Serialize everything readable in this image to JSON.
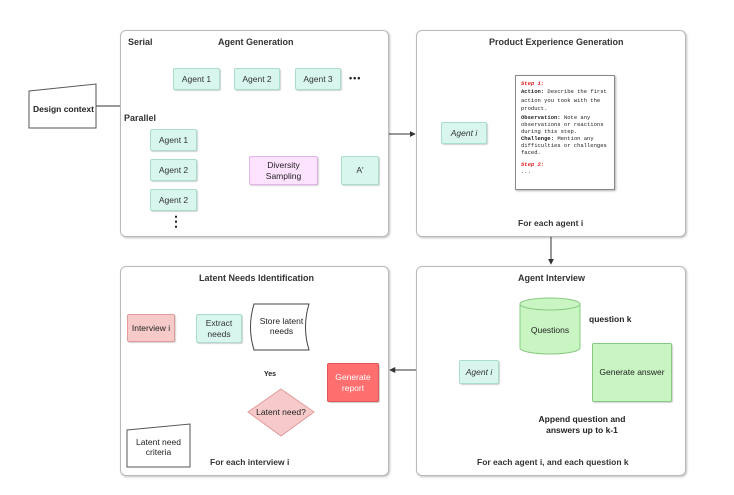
{
  "design_context": "Design context",
  "panel_gen": {
    "serial": "Serial",
    "title": "Agent Generation",
    "parallel": "Parallel",
    "serial_agents": [
      "Agent 1",
      "Agent 2",
      "Agent 3"
    ],
    "ellipsis": "•••",
    "parallel_agents": [
      "Agent 1",
      "Agent 2",
      "Agent 2"
    ],
    "vdots": "⋮",
    "diversity": "Diversity Sampling",
    "result": "A'"
  },
  "panel_pe": {
    "title": "Product Experience Generation",
    "agent": "Agent i",
    "footer": "For each agent i",
    "doc": {
      "step1": "Step 1:",
      "action_label": "Action:",
      "action_text": "Describe the first action you took with the product.",
      "observation_label": "Observation:",
      "observation_text": "Note any observations or reactions during this step.",
      "challenge_label": "Challenge:",
      "challenge_text": "Mention any difficulties or challenges faced.",
      "step2": "Step 2:",
      "dots": "..."
    }
  },
  "panel_ln": {
    "title": "Latent Needs Identification",
    "interview": "Interview i",
    "extract": "Extract needs",
    "store": "Store latent needs",
    "yes": "Yes",
    "decision": "Latent need?",
    "criteria": "Latent need criteria",
    "report": "Generate report",
    "footer": "For each interview i"
  },
  "panel_ai": {
    "title": "Agent Interview",
    "questions": "Questions",
    "question_k": "question k",
    "generate": "Generate answer",
    "agent": "Agent i",
    "append": "Append question and answers up to k-1",
    "footer": "For each agent i, and each question k"
  },
  "colors": {
    "agent_fill": "#d8f6ee",
    "diversity_fill": "#fde3ff",
    "interview_fill": "#f7caca",
    "report_fill": "#ff6f6f",
    "questions_fill": "#c9f5c3",
    "generate_fill": "#c9f5c3",
    "step_red": "#e02020"
  }
}
